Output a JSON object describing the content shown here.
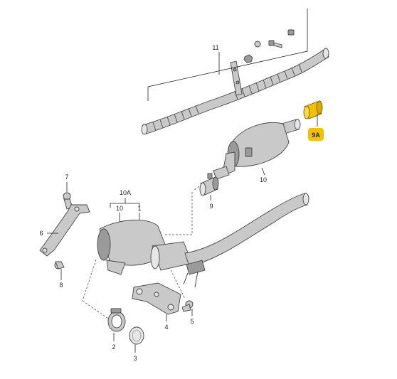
{
  "labels": {
    "p11": "11",
    "p9a": "9A",
    "p10_upper": "10",
    "p9": "9",
    "p7": "7",
    "p10a": "10A",
    "p10_lower": "10",
    "p1": "1",
    "p6": "6",
    "p8": "8",
    "p5": "5",
    "p4": "4",
    "p2": "2",
    "p3": "3"
  },
  "colors": {
    "highlight": "#f2c200",
    "metal": "#c9c9c9",
    "line": "#222222"
  }
}
